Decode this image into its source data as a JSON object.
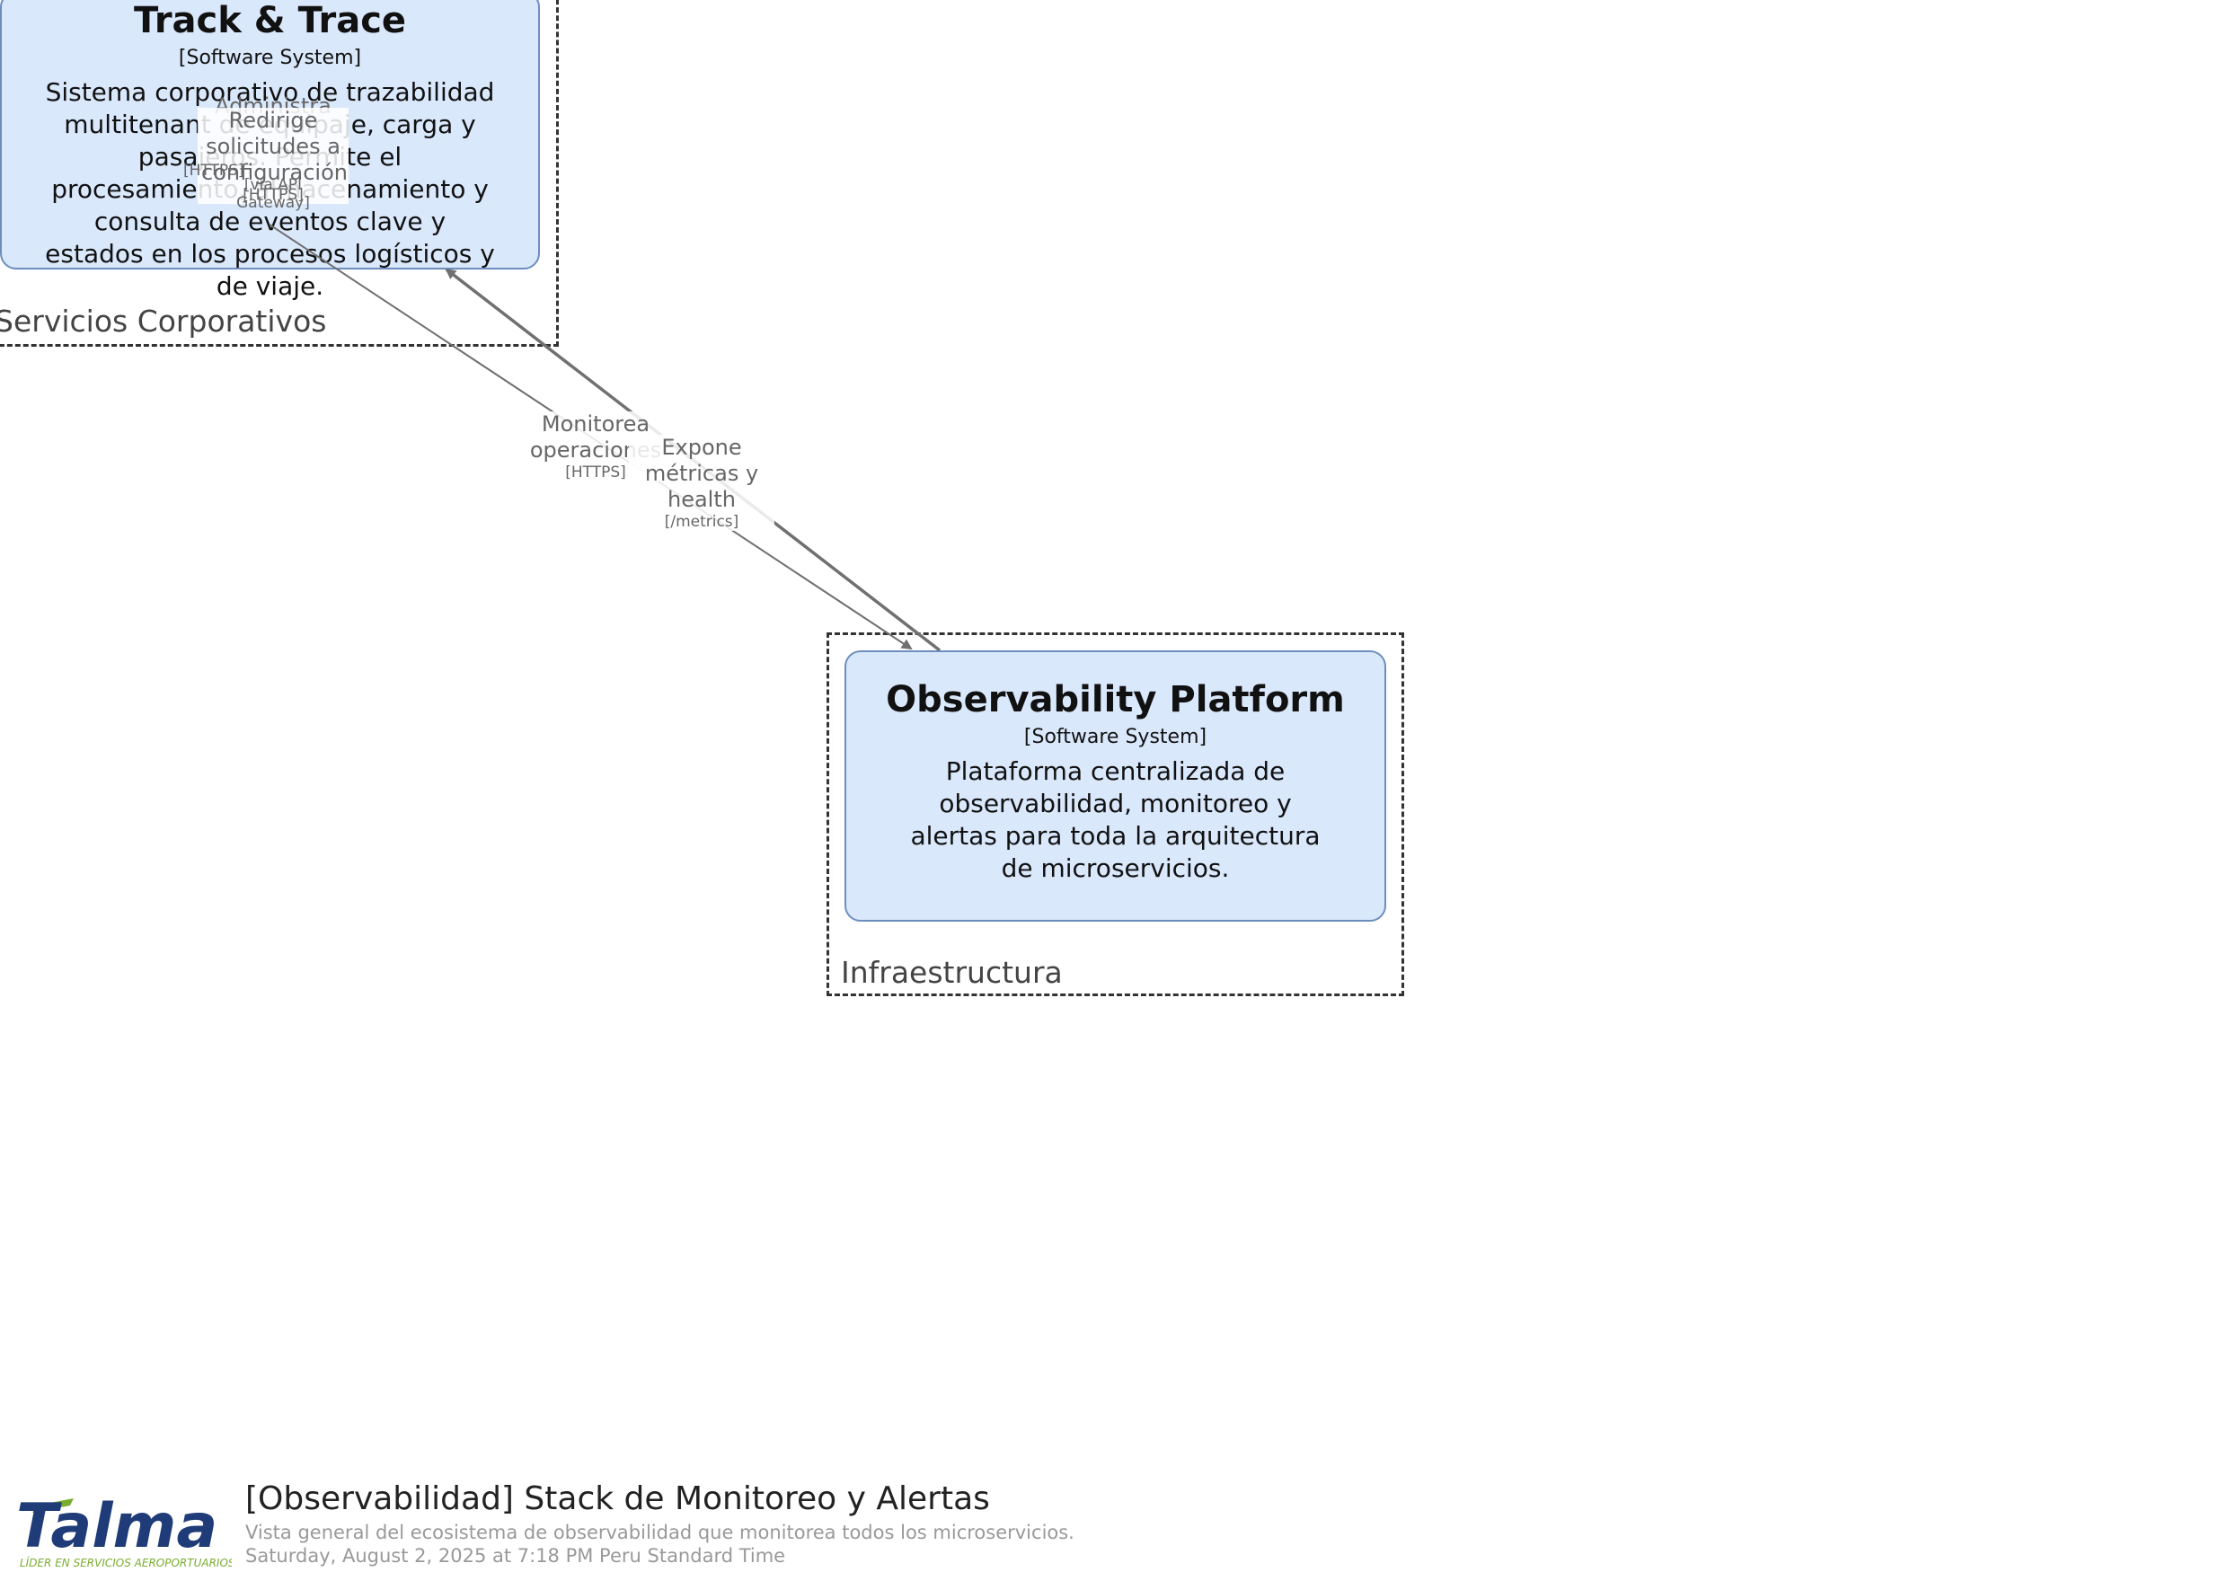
{
  "boundaries": {
    "corporativos": {
      "label": "Servicios Corporativos"
    },
    "infraestructura": {
      "label": "Infraestructura"
    }
  },
  "systems": {
    "track_trace": {
      "name": "Track & Trace",
      "type": "[Software System]",
      "description": "Sistema corporativo de trazabilidad multitenant de equipaje, carga y pasajeros. Permite el procesamiento, almacenamiento y consulta de eventos clave y estados en los procesos logísticos y de viaje."
    },
    "observability": {
      "name": "Observability Platform",
      "type": "[Software System]",
      "description": "Plataforma centralizada de observabilidad, monitoreo y alertas para toda la arquitectura de microservicios."
    }
  },
  "relationships": {
    "administra": {
      "text": "Administra",
      "tech": "[HTTPS]"
    },
    "redirige": {
      "text": "Redirige solicitudes a configuración",
      "tech": "[HTTPS]"
    },
    "via_gateway": {
      "text": "[vía API Gateway]"
    },
    "monitorea": {
      "text": "Monitorea operaciones",
      "tech": "[HTTPS]"
    },
    "expone": {
      "text": "Expone métricas y health",
      "tech": "[/metrics]"
    }
  },
  "footer": {
    "logo_text": "Talma",
    "logo_tagline": "LÍDER EN SERVICIOS AEROPORTUARIOS",
    "title": "[Observabilidad] Stack de Monitoreo y Alertas",
    "description": "Vista general del ecosistema de observabilidad que monitorea todos los microservicios.",
    "date": "Saturday, August 2, 2025 at 7:18 PM Peru Standard Time"
  },
  "colors": {
    "system_fill": "#dae8fc",
    "system_border": "#6c8ebf",
    "edge": "#707070",
    "logo_primary": "#1f3b78",
    "logo_accent": "#7aad2f"
  }
}
